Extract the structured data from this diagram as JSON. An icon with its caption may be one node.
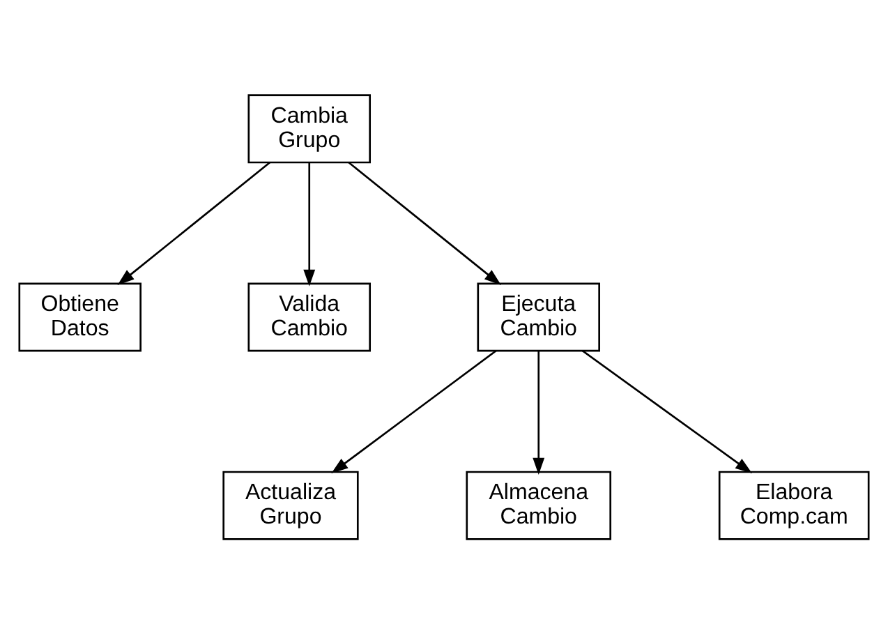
{
  "diagram": {
    "nodes": [
      {
        "text": [
          "Cambia Grupo"
        ]
      },
      {
        "text": [
          "Obtiene Datos"
        ]
      },
      {
        "text": [
          "Valida Cambio"
        ]
      },
      {
        "text": [
          "Ejecuta Cambio"
        ]
      },
      {
        "text": [
          "Actualiza Grupo"
        ]
      },
      {
        "text": [
          "Almacena Cambio"
        ]
      },
      {
        "text": [
          "Elabora Comp.cam"
        ]
      }
    ],
    "edges": [
      {
        "from": 0,
        "to": 1,
        "arrow": "to"
      },
      {
        "from": 0,
        "to": 2,
        "arrow": "to"
      },
      {
        "from": 0,
        "to": 3,
        "arrow": "to"
      },
      {
        "from": 3,
        "to": 4,
        "arrow": "to"
      },
      {
        "from": 3,
        "to": 5,
        "arrow": "to"
      },
      {
        "from": 3,
        "to": 6,
        "arrow": "to"
      }
    ]
  }
}
